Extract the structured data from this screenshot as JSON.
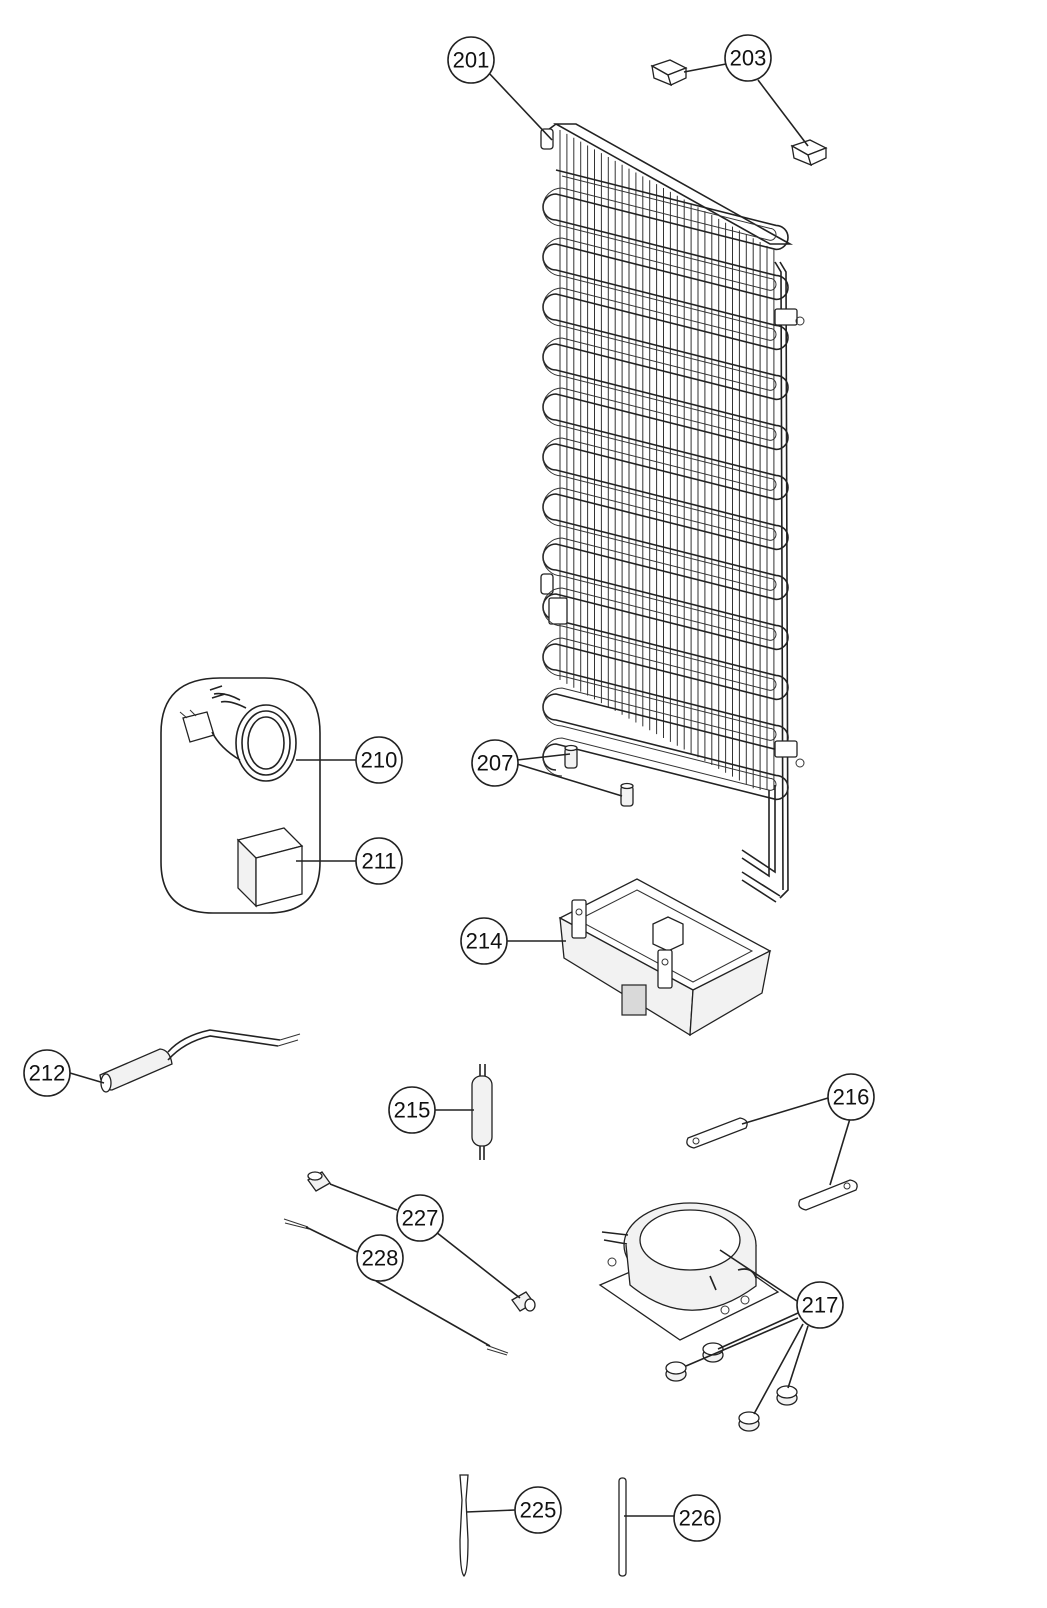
{
  "callouts": {
    "c201": "201",
    "c203": "203",
    "c207": "207",
    "c210": "210",
    "c211": "211",
    "c212": "212",
    "c214": "214",
    "c215": "215",
    "c216": "216",
    "c217": "217",
    "c225": "225",
    "c226": "226",
    "c227": "227",
    "c228": "228"
  }
}
